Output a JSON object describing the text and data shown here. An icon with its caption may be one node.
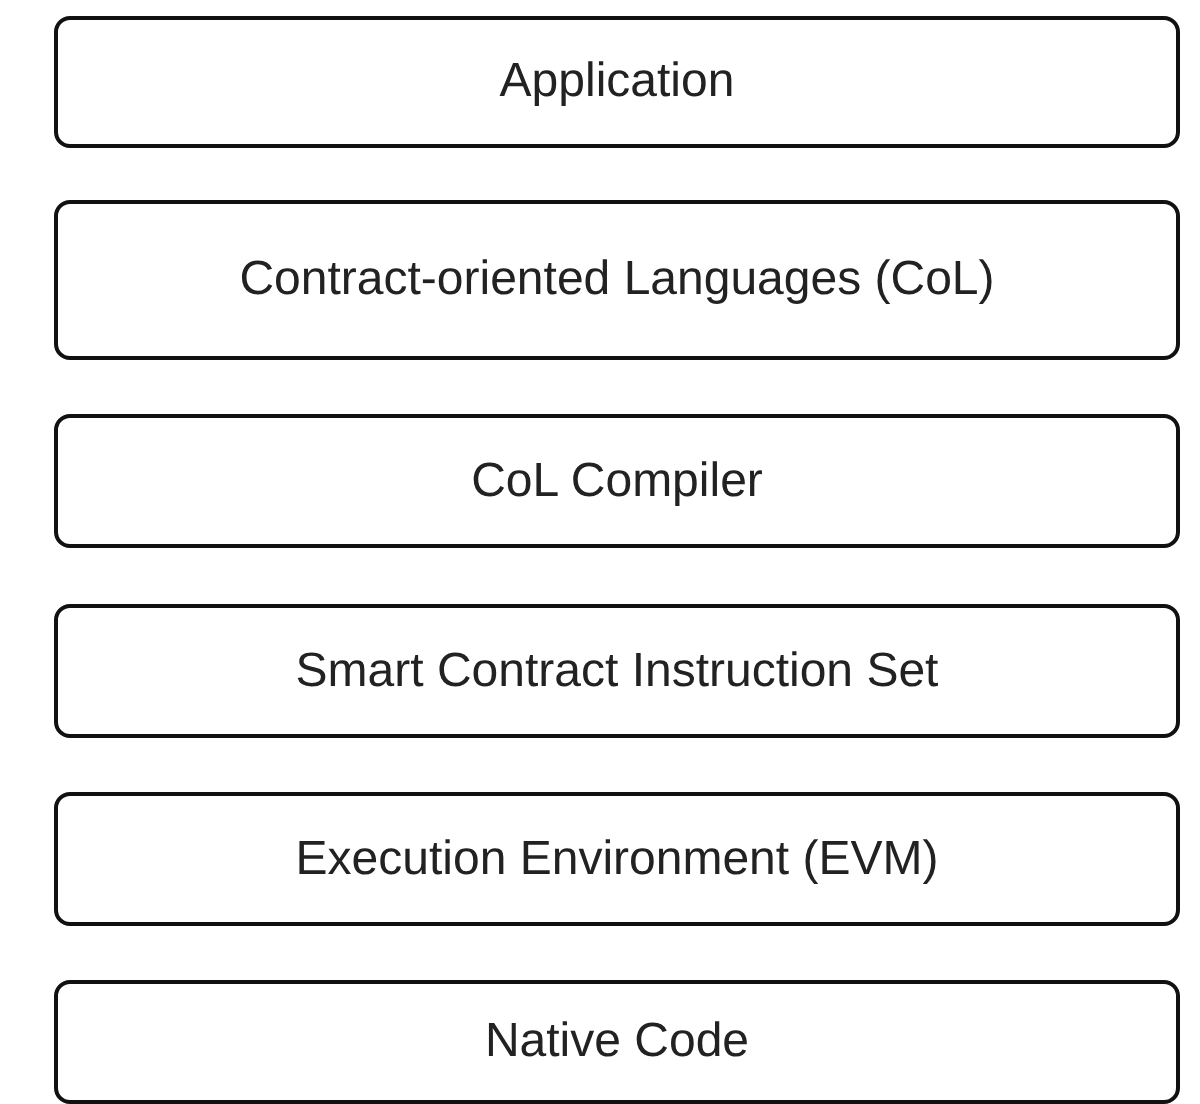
{
  "diagram": {
    "nodes": [
      {
        "text": [
          "Application"
        ]
      },
      {
        "text": [
          "Contract-oriented Languages (CoL)"
        ]
      },
      {
        "text": [
          "CoL Compiler"
        ]
      },
      {
        "text": [
          "Smart Contract Instruction Set"
        ]
      },
      {
        "text": [
          "Execution Environment (EVM)"
        ]
      },
      {
        "text": [
          "Native Code"
        ]
      }
    ]
  }
}
